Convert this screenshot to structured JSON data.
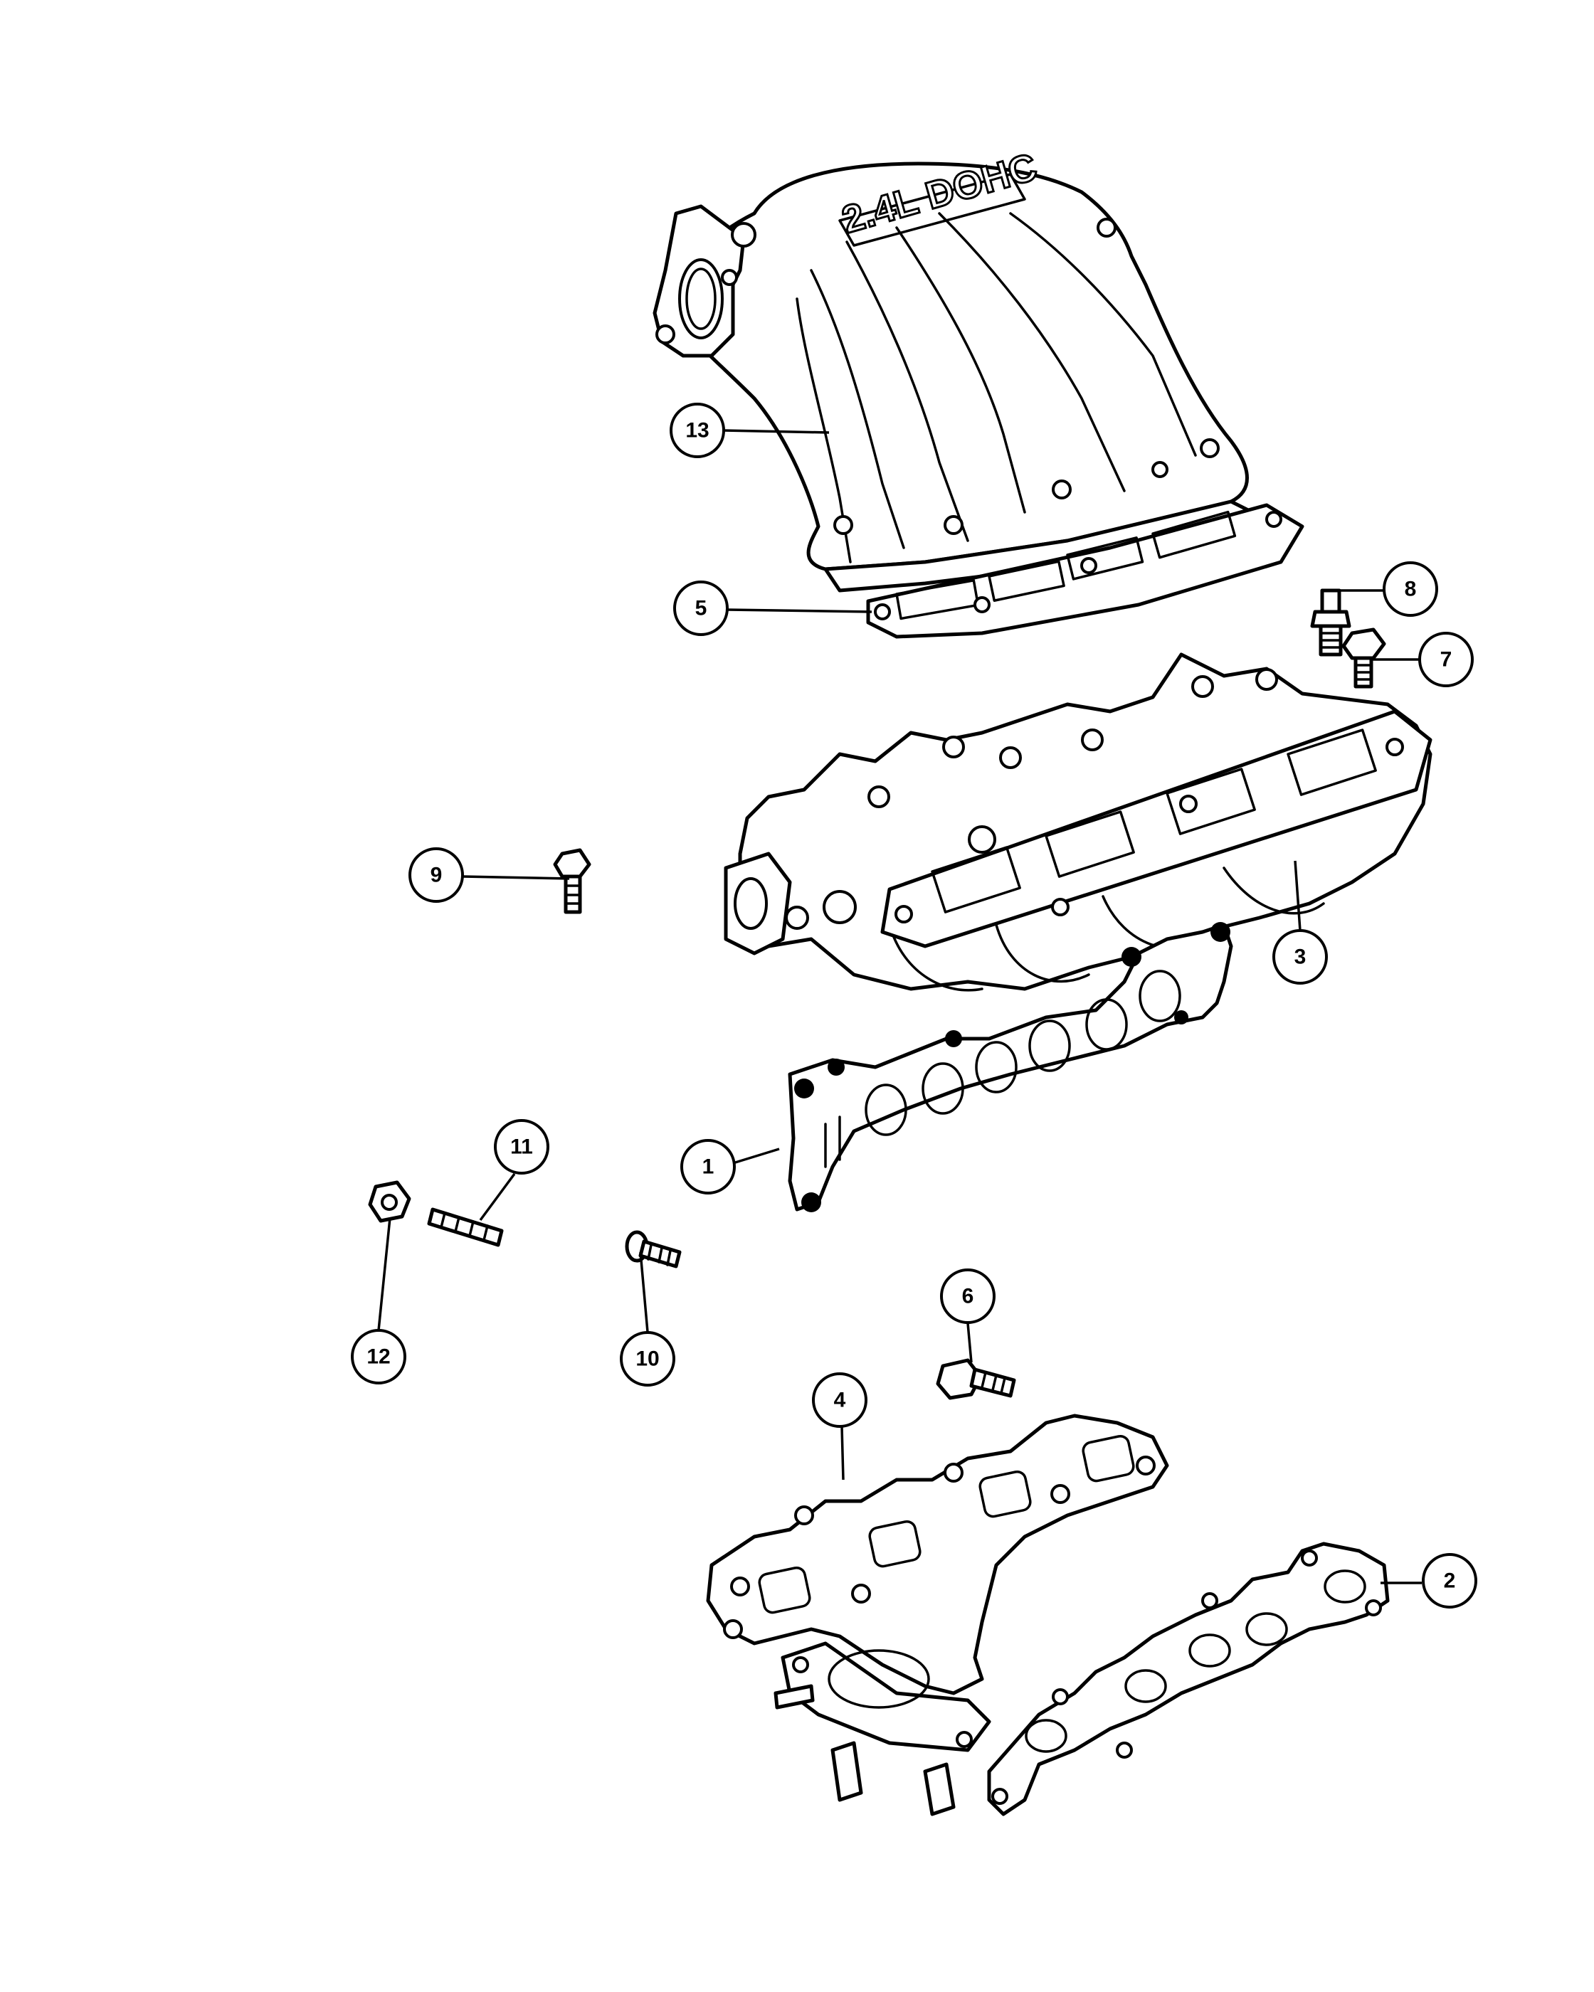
{
  "casting_text": "2.4L DOHC",
  "callouts": {
    "c1": "1",
    "c2": "2",
    "c3": "3",
    "c4": "4",
    "c5": "5",
    "c6": "6",
    "c7": "7",
    "c8": "8",
    "c9": "9",
    "c10": "10",
    "c11": "11",
    "c12": "12",
    "c13": "13"
  }
}
